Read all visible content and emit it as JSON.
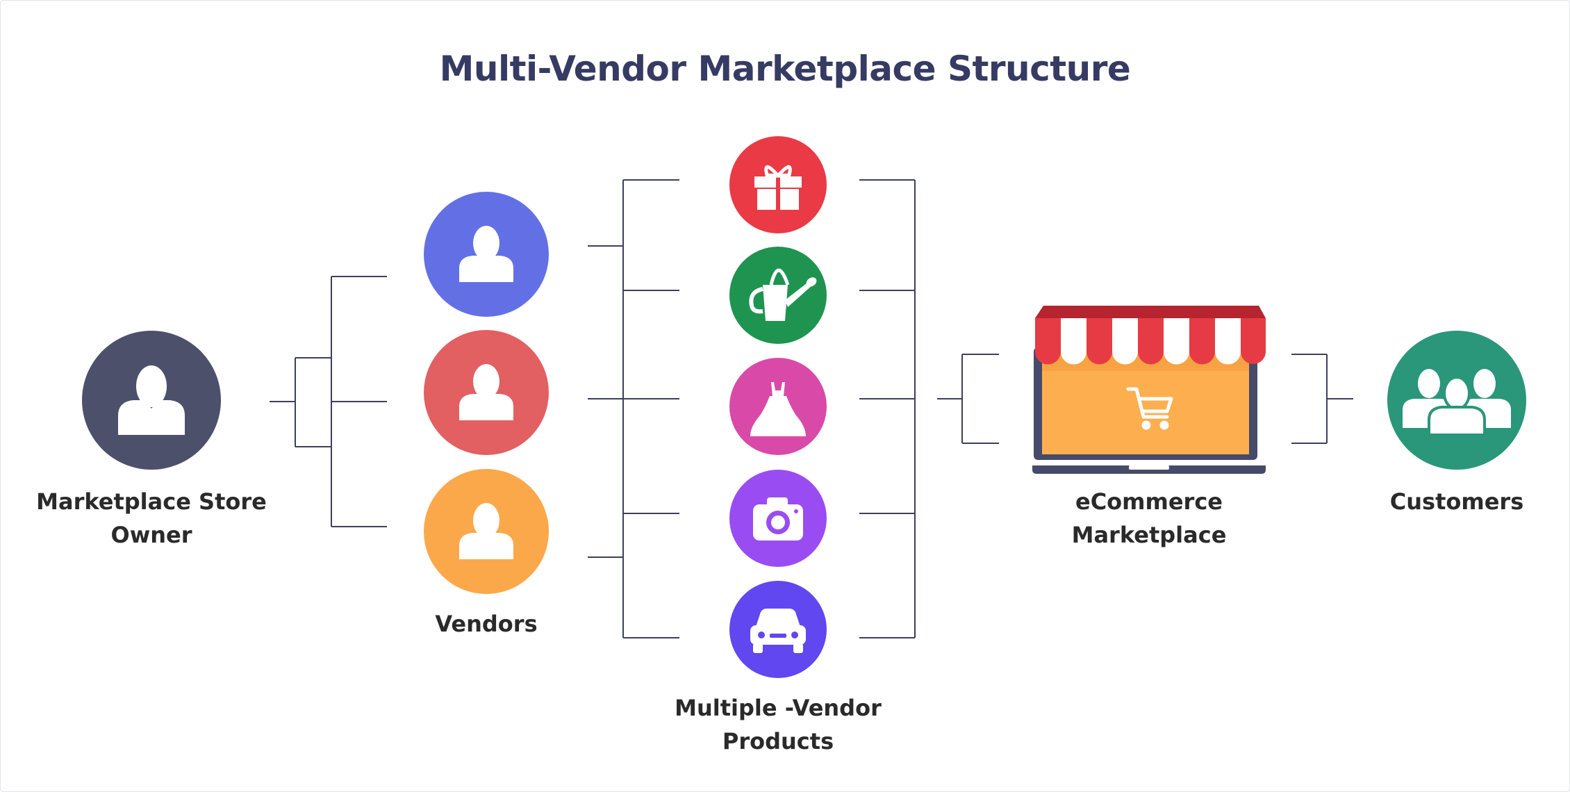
{
  "title": "Multi-Vendor Marketplace Structure",
  "nodes": {
    "owner": {
      "label_line1": "Marketplace Store",
      "label_line2": "Owner",
      "color": "#4d506b",
      "icon": "person-icon"
    },
    "vendors": {
      "label": "Vendors",
      "items": [
        {
          "color": "#6370e5",
          "icon": "person-icon"
        },
        {
          "color": "#e25f62",
          "icon": "person-icon"
        },
        {
          "color": "#fba84b",
          "icon": "person-icon"
        }
      ]
    },
    "products": {
      "label_line1": "Multiple -Vendor",
      "label_line2": "Products",
      "items": [
        {
          "color": "#e93a45",
          "icon": "gift-icon"
        },
        {
          "color": "#1f9350",
          "icon": "watering-can-icon"
        },
        {
          "color": "#d94aa8",
          "icon": "dress-icon"
        },
        {
          "color": "#9a4cf3",
          "icon": "camera-icon"
        },
        {
          "color": "#6047f0",
          "icon": "car-icon"
        }
      ]
    },
    "marketplace": {
      "label_line1": "eCommerce",
      "label_line2": "Marketplace",
      "icon": "storefront-laptop-icon",
      "screen_color": "#fdae4f",
      "awning_red": "#e63b45",
      "frame_color": "#464a6b"
    },
    "customers": {
      "label": "Customers",
      "color": "#2a967a",
      "icon": "group-icon"
    }
  },
  "connector_color": "#3c3f5c"
}
